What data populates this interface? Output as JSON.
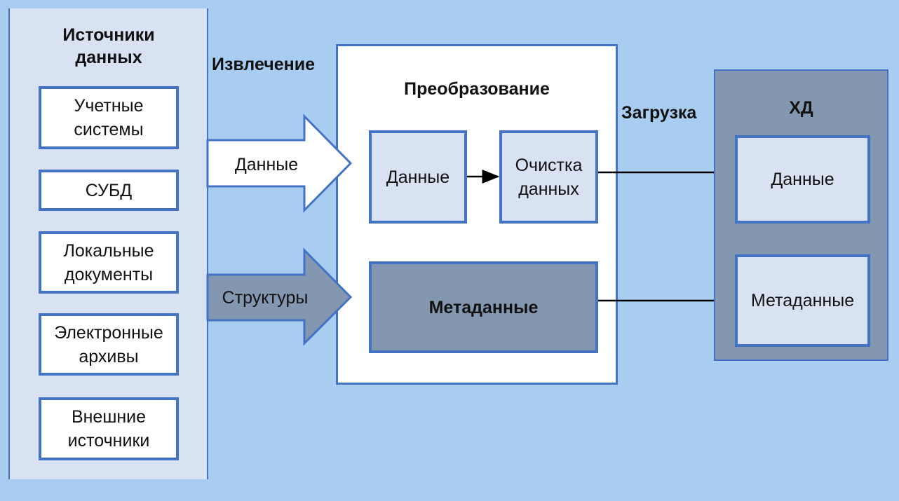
{
  "sources": {
    "title": "Источники данных",
    "items": [
      "Учетные системы",
      "СУБД",
      "Локальные документы",
      "Электронные архивы",
      "Внешние источники"
    ]
  },
  "extract": {
    "label": "Извлечение",
    "arrow_data": "Данные",
    "arrow_structures": "Структуры"
  },
  "transform": {
    "title": "Преобразование",
    "data": "Данные",
    "cleaning": "Очистка данных",
    "metadata": "Метаданные"
  },
  "load": {
    "label": "Загрузка"
  },
  "warehouse": {
    "title": "ХД",
    "data": "Данные",
    "metadata": "Метаданные"
  },
  "colors": {
    "background": "#a9cdf0",
    "panel": "#d9e2f3",
    "border": "#4472c4",
    "dark": "#8497b0"
  }
}
